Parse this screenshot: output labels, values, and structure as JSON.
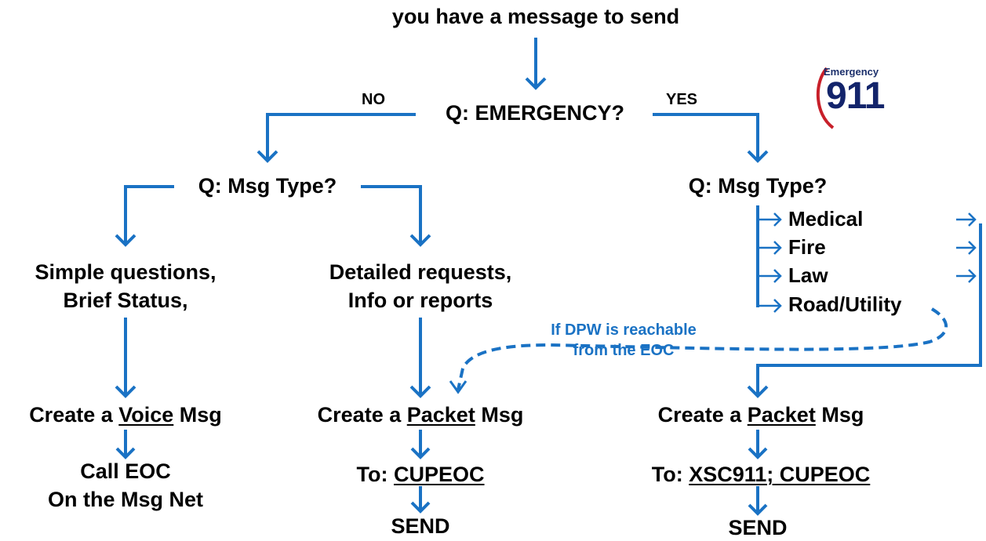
{
  "start": "you have a message to send",
  "q_emergency": "Q: EMERGENCY?",
  "label_no": "NO",
  "label_yes": "YES",
  "q_msg_type_left": "Q: Msg Type?",
  "q_msg_type_right": "Q: Msg Type?",
  "simple": [
    "Simple questions,",
    "Brief Status,"
  ],
  "detailed": [
    "Detailed requests,",
    "Info or reports"
  ],
  "categories": [
    "Medical",
    "Fire",
    "Law",
    "Road/Utility"
  ],
  "dpw_note": [
    "If DPW is reachable",
    "from the EOC"
  ],
  "voice_msg": {
    "pre": "Create a ",
    "key": "Voice",
    "post": " Msg"
  },
  "packet_msg_left": {
    "pre": "Create a ",
    "key": "Packet",
    "post": " Msg"
  },
  "packet_msg_right": {
    "pre": "Create a ",
    "key": "Packet",
    "post": " Msg"
  },
  "call_eoc": [
    "Call EOC",
    "On the Msg Net"
  ],
  "to_left": {
    "pre": "To: ",
    "key": "CUPEOC"
  },
  "to_right": {
    "pre": "To: ",
    "key": "XSC911; CUPEOC"
  },
  "send_left": "SEND",
  "send_right": "SEND",
  "logo": {
    "top": "Emergency",
    "number": "911"
  },
  "colors": {
    "connector": "#1a72c4",
    "text": "#000000",
    "logo_navy": "#13246b",
    "logo_red": "#c8202a"
  }
}
